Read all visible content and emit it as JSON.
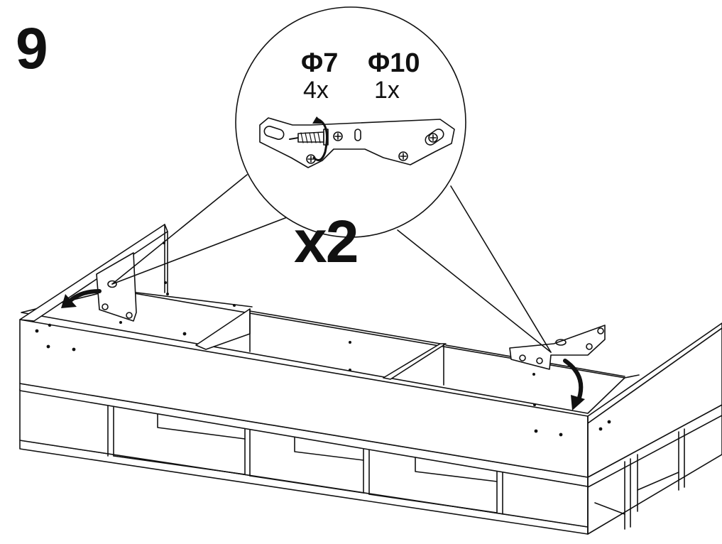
{
  "step": {
    "number": "9"
  },
  "parts": [
    {
      "spec": "Φ7",
      "qty": "4x"
    },
    {
      "spec": "Φ10",
      "qty": "1x"
    }
  ],
  "multiplier": "x2",
  "icons": {
    "detail_circle": "magnified-detail-circle",
    "bracket": "corner-bracket-icon",
    "screw": "screw-icon",
    "arrow": "curved-arrow-icon",
    "frame": "bed-frame-drawing"
  },
  "colors": {
    "line": "#111111",
    "fill": "#ffffff"
  }
}
